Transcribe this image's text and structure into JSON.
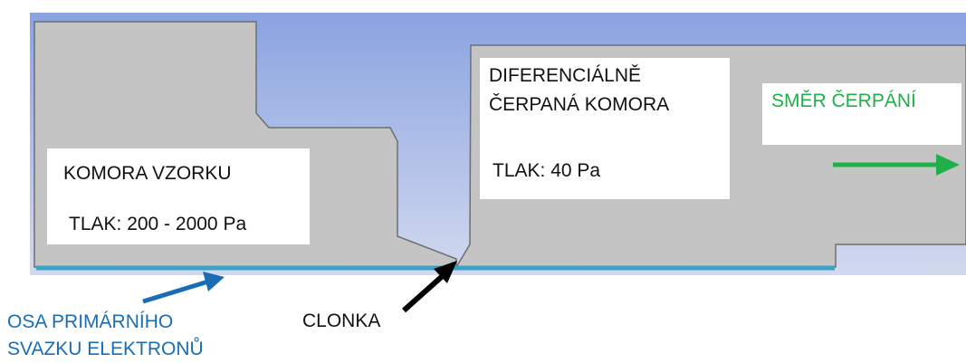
{
  "diagram": {
    "sample_chamber": {
      "title": "KOMORA VZORKU",
      "pressure": "TLAK: 200 - 2000 Pa"
    },
    "diff_chamber": {
      "title_line1": "DIFERENCIÁLNĚ",
      "title_line2": "ČERPANÁ KOMORA",
      "pressure": "TLAK: 40 Pa"
    },
    "pumping": {
      "label": "SMĚR ČERPÁNÍ"
    },
    "aperture": {
      "label": "CLONKA"
    },
    "beam_axis": {
      "label_line1": "OSA PRIMÁRNÍHO",
      "label_line2": "SVAZKU ELEKTRONŮ"
    },
    "colors": {
      "background_top": "#8ea6e0",
      "background_bottom": "#ccd5ee",
      "chamber_fill": "#c4c4c4",
      "chamber_stroke": "#6e6e6e",
      "axis_line": "#3aa3c4",
      "pump_arrow": "#1fb04a",
      "axis_arrow": "#1a6db5",
      "aperture_arrow": "#000000"
    }
  }
}
